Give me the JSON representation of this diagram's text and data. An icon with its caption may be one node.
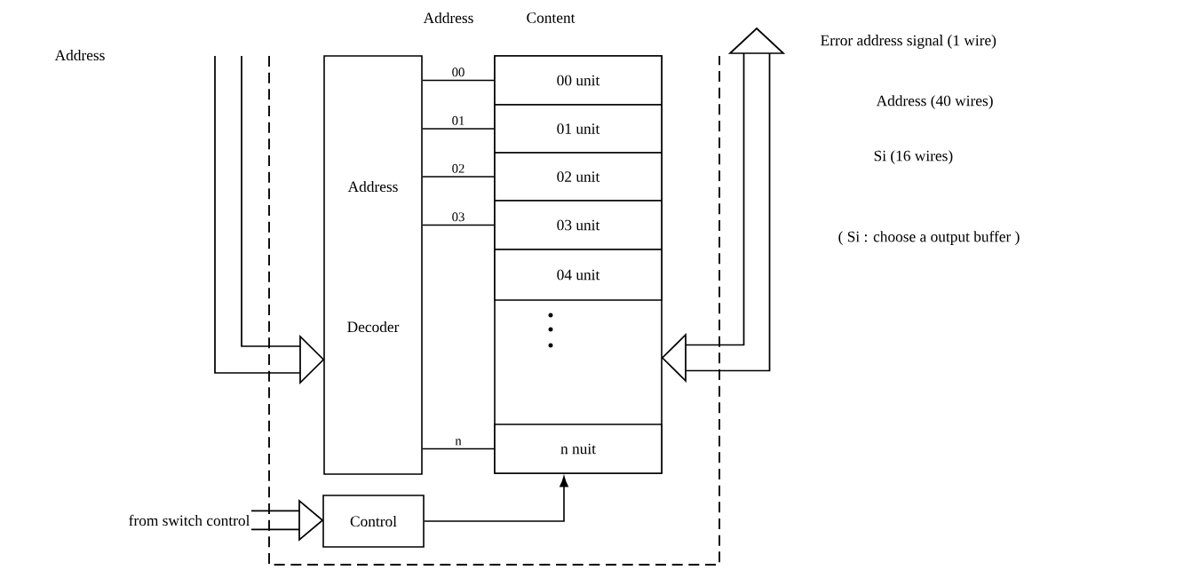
{
  "diagram": {
    "nodes": [
      {
        "text": [
          "Address",
          "Decoder"
        ]
      },
      {
        "text": [
          "Content"
        ]
      },
      {
        "text": [
          "00 unit"
        ],
        "in": 1
      },
      {
        "text": [
          "01 unit"
        ],
        "in": 1
      },
      {
        "text": [
          "02 unit"
        ],
        "in": 1
      },
      {
        "text": [
          "03 unit"
        ],
        "in": 1
      },
      {
        "text": [
          "04 unit"
        ],
        "in": 1
      },
      {
        "text": [
          "n nuit"
        ],
        "in": 1
      },
      {
        "text": [
          "Control"
        ]
      },
      {
        "text": [
          "from switch control"
        ]
      }
    ],
    "edges": [
      {
        "from": null,
        "to": 0,
        "arrow": "to"
      },
      {
        "from": 0,
        "to": 2,
        "arrow": "none",
        "label": "00"
      },
      {
        "from": 0,
        "to": 3,
        "arrow": "none",
        "label": "01"
      },
      {
        "from": 0,
        "to": 4,
        "arrow": "none",
        "label": "02"
      },
      {
        "from": 0,
        "to": 5,
        "arrow": "none",
        "label": "03"
      },
      {
        "from": 0,
        "to": 7,
        "arrow": "none",
        "label": "n"
      },
      {
        "from": 8,
        "to": 7,
        "arrow": "to"
      },
      {
        "from": 9,
        "to": 8,
        "arrow": "to"
      },
      {
        "from": 1,
        "to": null,
        "arrow": "both"
      }
    ],
    "labels": [
      "Address",
      "Address",
      "Error address signal (1 wire)",
      "Address (40 wires)",
      "Si (16 wires)",
      "( Si : choose a output buffer )"
    ]
  }
}
